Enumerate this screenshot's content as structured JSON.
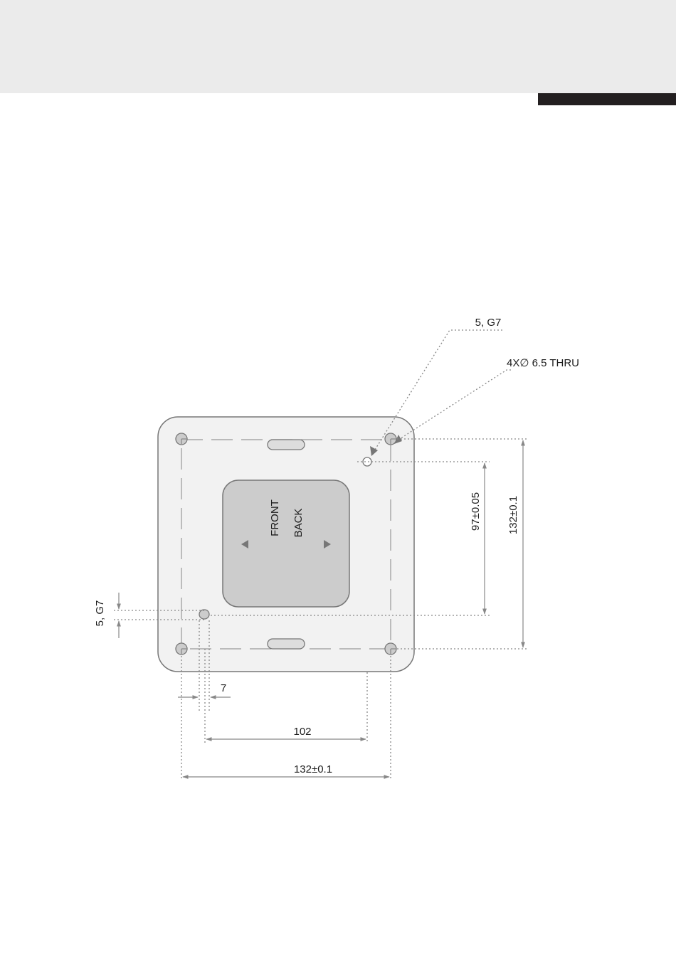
{
  "labels": {
    "tolerance_top": "5, G7",
    "holes": "4X∅ 6.5 THRU",
    "dim_97": "97±0.05",
    "dim_132_vertical": "132±0.1",
    "tolerance_left": "5, G7",
    "dim_7": "7",
    "dim_102": "102",
    "dim_132_horizontal": "132±0.1",
    "front": "FRONT",
    "back": "BACK"
  },
  "colors": {
    "header_band": "#ebebeb",
    "header_bar": "#231f20",
    "plate_fill": "#f2f2f2",
    "plate_stroke": "#777777",
    "inset_fill": "#cccccc",
    "dimension_line": "#888888",
    "text": "#1c1c1c"
  }
}
